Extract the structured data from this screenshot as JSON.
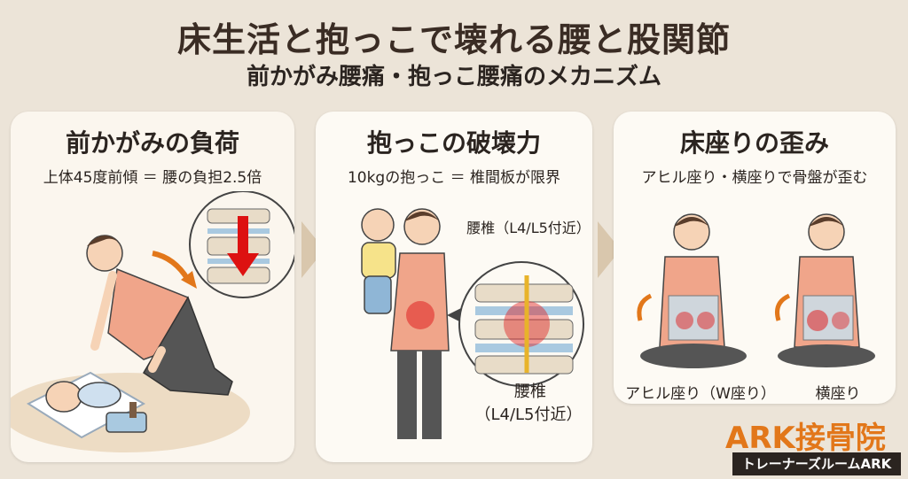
{
  "header": {
    "title": "床生活と抱っこで壊れる腰と股関節",
    "subtitle": "前かがみ腰痛・抱っこ腰痛のメカニズム"
  },
  "panels": [
    {
      "title": "前かがみの負荷",
      "subtitle": "上体45度前傾 ＝ 腰の負担2.5倍"
    },
    {
      "title": "抱っこの破壊力",
      "subtitle": "10kgの抱っこ ＝ 椎間板が限界",
      "label_top": "腰椎（L4/L5付近）",
      "label_bottom_1": "腰椎",
      "label_bottom_2": "（L4/L5付近）"
    },
    {
      "title": "床座りの歪み",
      "subtitle": "アヒル座り・横座りで骨盤が歪む",
      "caption_left": "アヒル座り（W座り）",
      "caption_right": "横座り"
    }
  ],
  "brand": {
    "name": "ARK接骨院",
    "tagline": "トレーナーズルームARK"
  },
  "colors": {
    "accent": "#e2771a",
    "pain": "#e02020",
    "apron": "#f0a58a",
    "background": "#ece4d8"
  }
}
